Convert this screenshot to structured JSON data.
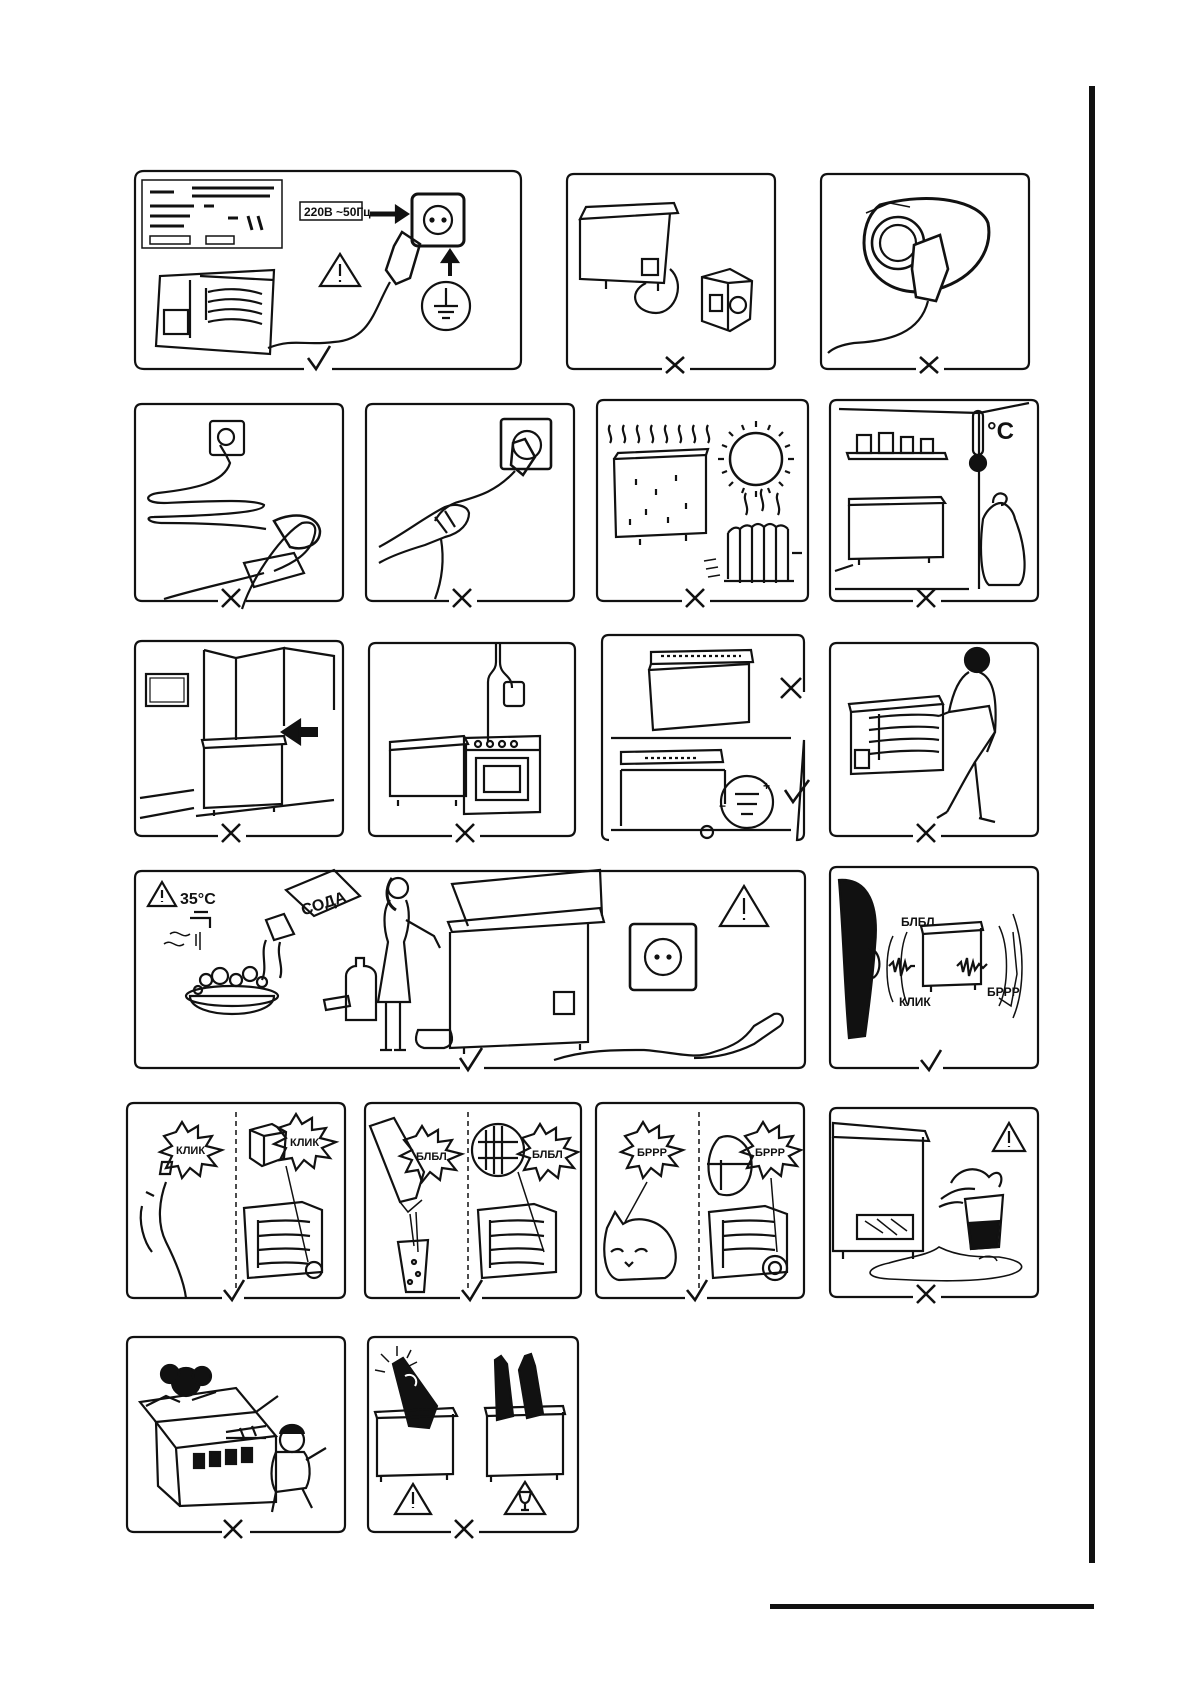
{
  "page": {
    "background": "#ffffff",
    "line_color": "#111111"
  },
  "labels": {
    "voltage": "220В  ~50Гц",
    "temp_35": "35°C",
    "soda": "СОДА",
    "deg_c": "°C",
    "klik": "КЛИК",
    "blbl": "БЛБЛ",
    "brrr": "БРРР"
  },
  "panels": [
    {
      "id": "p1",
      "mark": "check",
      "topic": "grounded-socket"
    },
    {
      "id": "p2",
      "mark": "cross",
      "topic": "extension-adapter"
    },
    {
      "id": "p3",
      "mark": "cross",
      "topic": "damaged-socket"
    },
    {
      "id": "p4",
      "mark": "cross",
      "topic": "crushed-cord"
    },
    {
      "id": "p5",
      "mark": "cross",
      "topic": "pull-cord"
    },
    {
      "id": "p6",
      "mark": "cross",
      "topic": "heat-sources"
    },
    {
      "id": "p7",
      "mark": "cross",
      "topic": "damp-room"
    },
    {
      "id": "p8",
      "mark": "cross",
      "topic": "built-in"
    },
    {
      "id": "p9",
      "mark": "cross",
      "topic": "near-stove"
    },
    {
      "id": "p10",
      "marks": [
        "cross",
        "check"
      ],
      "topic": "leveling"
    },
    {
      "id": "p11",
      "mark": "cross",
      "topic": "lean-on-appliance"
    },
    {
      "id": "p12",
      "mark": "check",
      "topic": "cleaning"
    },
    {
      "id": "p13",
      "mark": "check",
      "topic": "normal-sounds"
    },
    {
      "id": "p14",
      "mark": "check",
      "topic": "click-sound"
    },
    {
      "id": "p15",
      "mark": "check",
      "topic": "gurgle-sound"
    },
    {
      "id": "p16",
      "mark": "check",
      "topic": "hum-sound"
    },
    {
      "id": "p17",
      "mark": "cross",
      "topic": "water-spill"
    },
    {
      "id": "p18",
      "mark": "cross",
      "topic": "children-play"
    },
    {
      "id": "p19",
      "mark": "cross",
      "topic": "bottles-freeze"
    }
  ]
}
